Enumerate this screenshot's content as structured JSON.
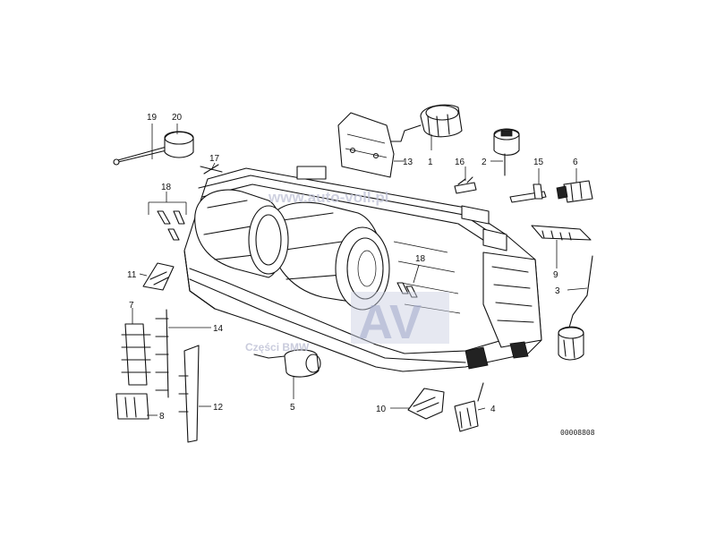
{
  "watermarks": {
    "url": "www.auto-voll.pl",
    "logo": "AV",
    "caption": "Części BMW"
  },
  "reference_code": "00008808",
  "callouts": {
    "c1": "1",
    "c2": "2",
    "c3": "3",
    "c4": "4",
    "c5": "5",
    "c6": "6",
    "c7": "7",
    "c8": "8",
    "c9": "9",
    "c10": "10",
    "c11": "11",
    "c12": "12",
    "c13": "13",
    "c14": "14",
    "c15": "15",
    "c16": "16",
    "c17": "17",
    "c18a": "18",
    "c18b": "18",
    "c19": "19",
    "c20": "20"
  },
  "colors": {
    "line": "#111111",
    "watermark": "#c9cde0",
    "logo_fill": "#b9bfd8"
  }
}
